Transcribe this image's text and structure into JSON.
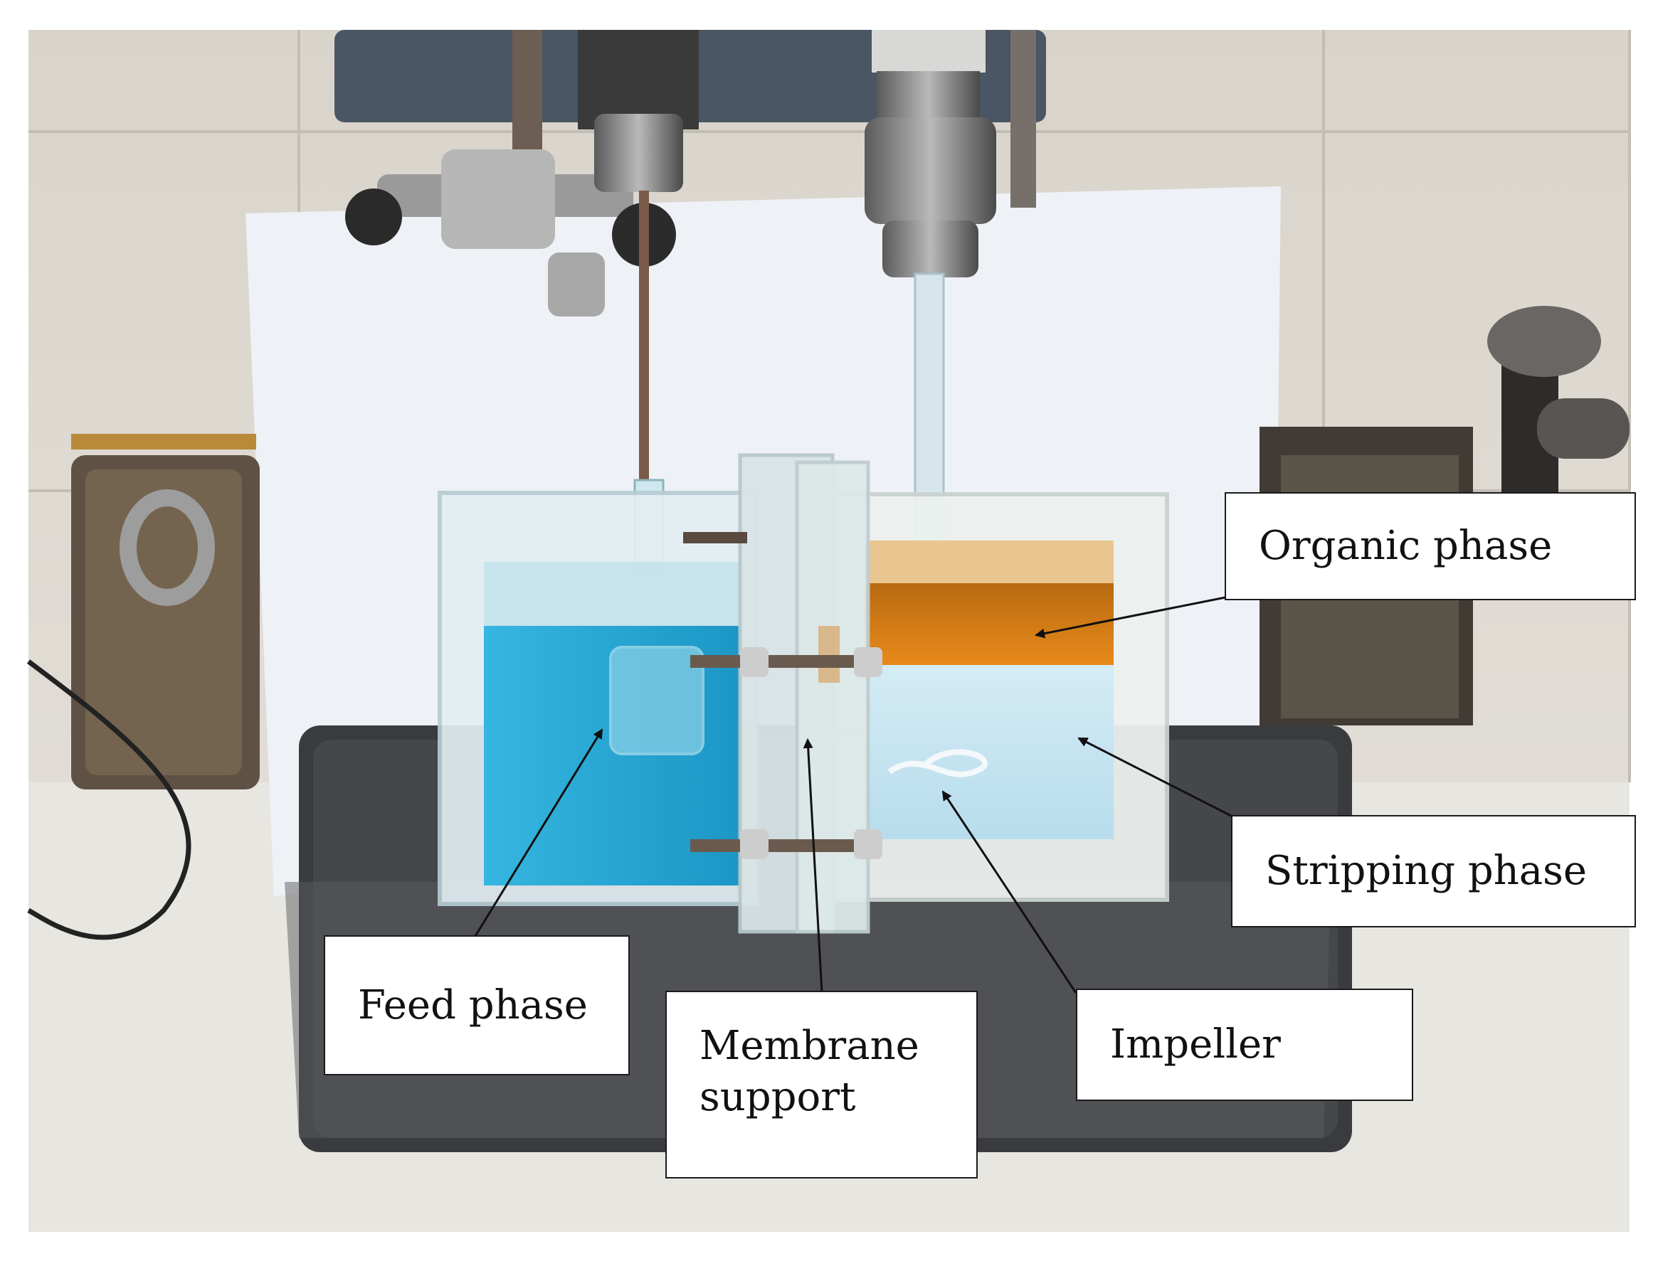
{
  "labels": {
    "organic": "Organic phase",
    "stripping": "Stripping phase",
    "feed": "Feed phase",
    "membrane_line1": "Membrane",
    "membrane_line2": "support",
    "impeller": "Impeller"
  },
  "colors": {
    "feed_liquid": "#1fa3d0",
    "organic_liquid": "#e07d12",
    "stripping_liquid": "#bfe3f2",
    "box_border": "#1a1a1a",
    "arrow": "#111111"
  }
}
